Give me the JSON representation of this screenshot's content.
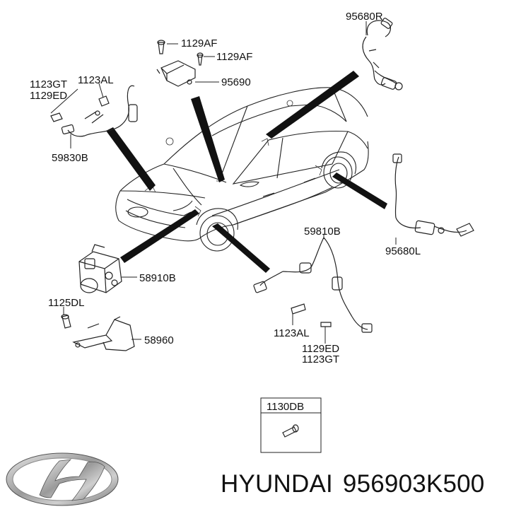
{
  "labels": {
    "p95680R": "95680R",
    "p1129AF_a": "1129AF",
    "p1129AF_b": "1129AF",
    "p95690": "95690",
    "p1123GT_top": "1123GT",
    "p1129ED_top": "1129ED",
    "p1123AL_top": "1123AL",
    "p59830B": "59830B",
    "p59810B": "59810B",
    "p95680L": "95680L",
    "p58910B": "58910B",
    "p1125DL": "1125DL",
    "p58960": "58960",
    "p1123AL_bottom": "1123AL",
    "p1129ED_bottom": "1129ED",
    "p1123GT_bottom": "1123GT",
    "p1130DB": "1130DB"
  },
  "footer": {
    "brand": "HYUNDAI",
    "part_number": "956903K500"
  },
  "icons": {
    "logo": "hyundai-logo-icon"
  }
}
